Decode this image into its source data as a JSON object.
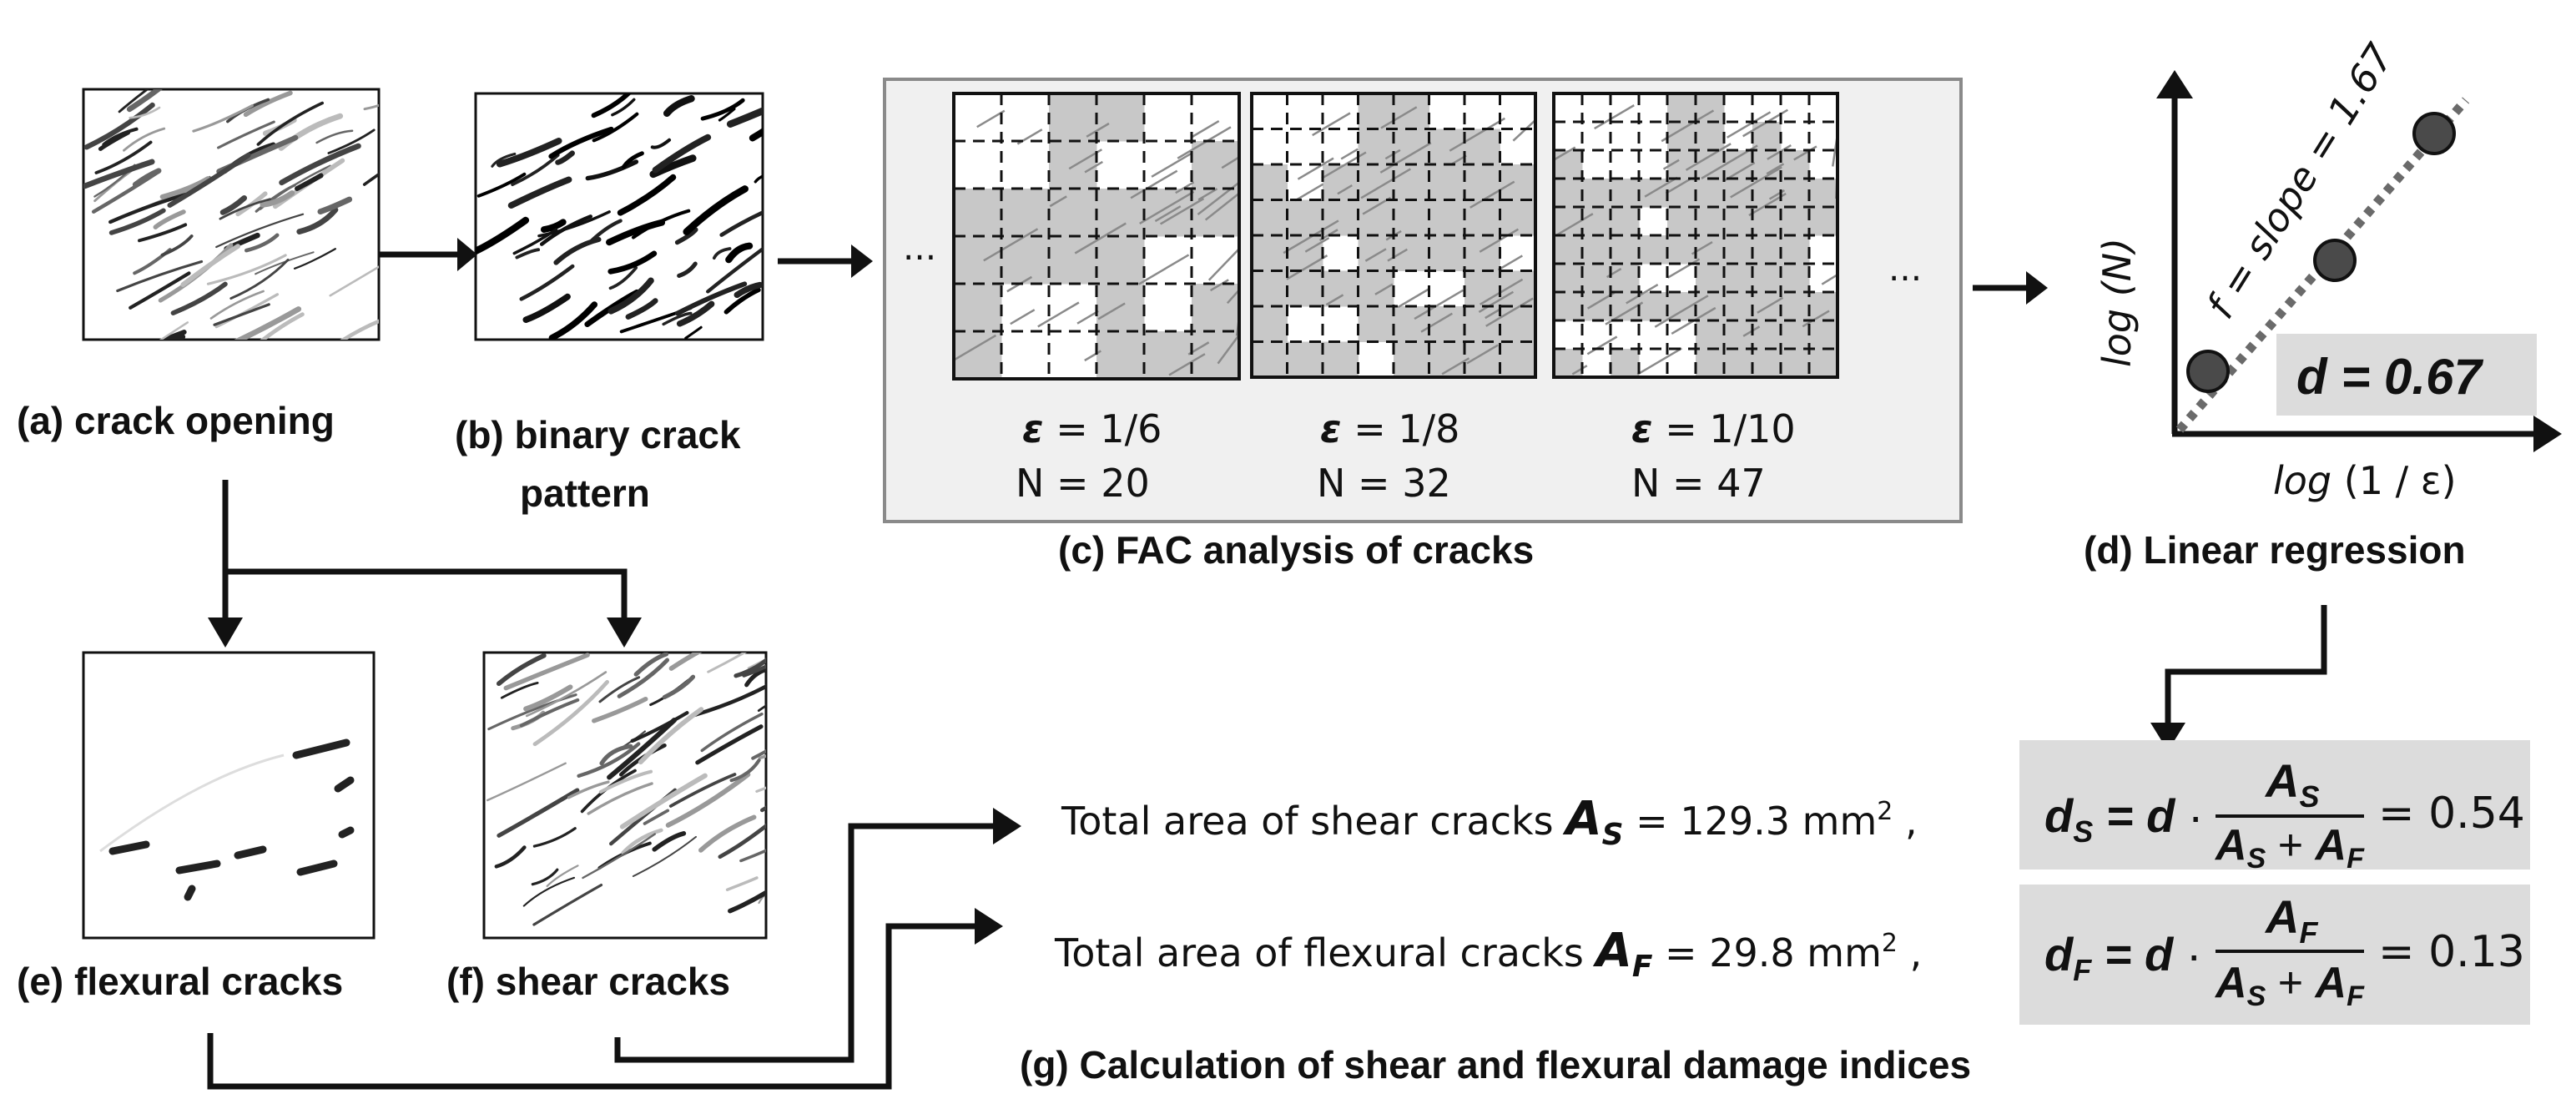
{
  "panels": {
    "a": {
      "label": "(a) crack opening"
    },
    "b": {
      "label_line1": "(b) binary crack",
      "label_line2": "pattern"
    },
    "c": {
      "label": "(c) FAC analysis  of cracks",
      "ellipsis_left": "···",
      "ellipsis_right": "···",
      "grids": [
        {
          "eps_symbol": "ε",
          "eps_value": " = 1/6",
          "n_text": "N = 20",
          "divisions": 6
        },
        {
          "eps_symbol": "ε",
          "eps_value": " = 1/8",
          "n_text": "N = 32",
          "divisions": 8
        },
        {
          "eps_symbol": "ε",
          "eps_value": " = 1/10",
          "n_text": "N = 47",
          "divisions": 10
        }
      ]
    },
    "d": {
      "label": "(d) Linear regression",
      "y_axis": "log (N)",
      "x_axis_prefix": "log",
      "x_axis_suffix": " (1 / ε)",
      "slope_text": "f = slope = 1.67",
      "d_value": "d = 0.67"
    },
    "e": {
      "label": "(e) flexural cracks"
    },
    "f": {
      "label": "(f) shear cracks"
    },
    "g": {
      "label": "(g) Calculation  of shear and flexural damage indices",
      "shear": {
        "text": "Total area of shear cracks ",
        "symbol": "A",
        "sub": "S",
        "value": " = 129.3 mm",
        "sup": "2",
        "tail": "  ,"
      },
      "flexural": {
        "text": "Total area of flexural cracks ",
        "symbol": "A",
        "sub": "F",
        "value": " = 29.8 mm",
        "sup": "2",
        "tail": "  ,"
      },
      "formula_s": {
        "lhs": "d",
        "lhs_sub": "S",
        "eq": " = ",
        "d": "d",
        "dot": " · ",
        "num": "A",
        "num_sub": "S",
        "den_a": "A",
        "den_a_sub": "S",
        "plus": " + ",
        "den_b": "A",
        "den_b_sub": "F",
        "result": "= 0.54"
      },
      "formula_f": {
        "lhs": "d",
        "lhs_sub": "F",
        "eq": " = ",
        "d": "d",
        "dot": " · ",
        "num": "A",
        "num_sub": "F",
        "den_a": "A",
        "den_a_sub": "S",
        "plus": " + ",
        "den_b": "A",
        "den_b_sub": "F",
        "result": "= 0.13"
      }
    }
  },
  "colors": {
    "line": "#111111",
    "grid_fill": "#c8c8c8",
    "box_fill": "#f0f0f0",
    "box_stroke": "#8a8a8a",
    "formula_bg": "#dcdcdc",
    "point_fill": "#4a4a4a",
    "dotted": "#6a6a6a"
  }
}
